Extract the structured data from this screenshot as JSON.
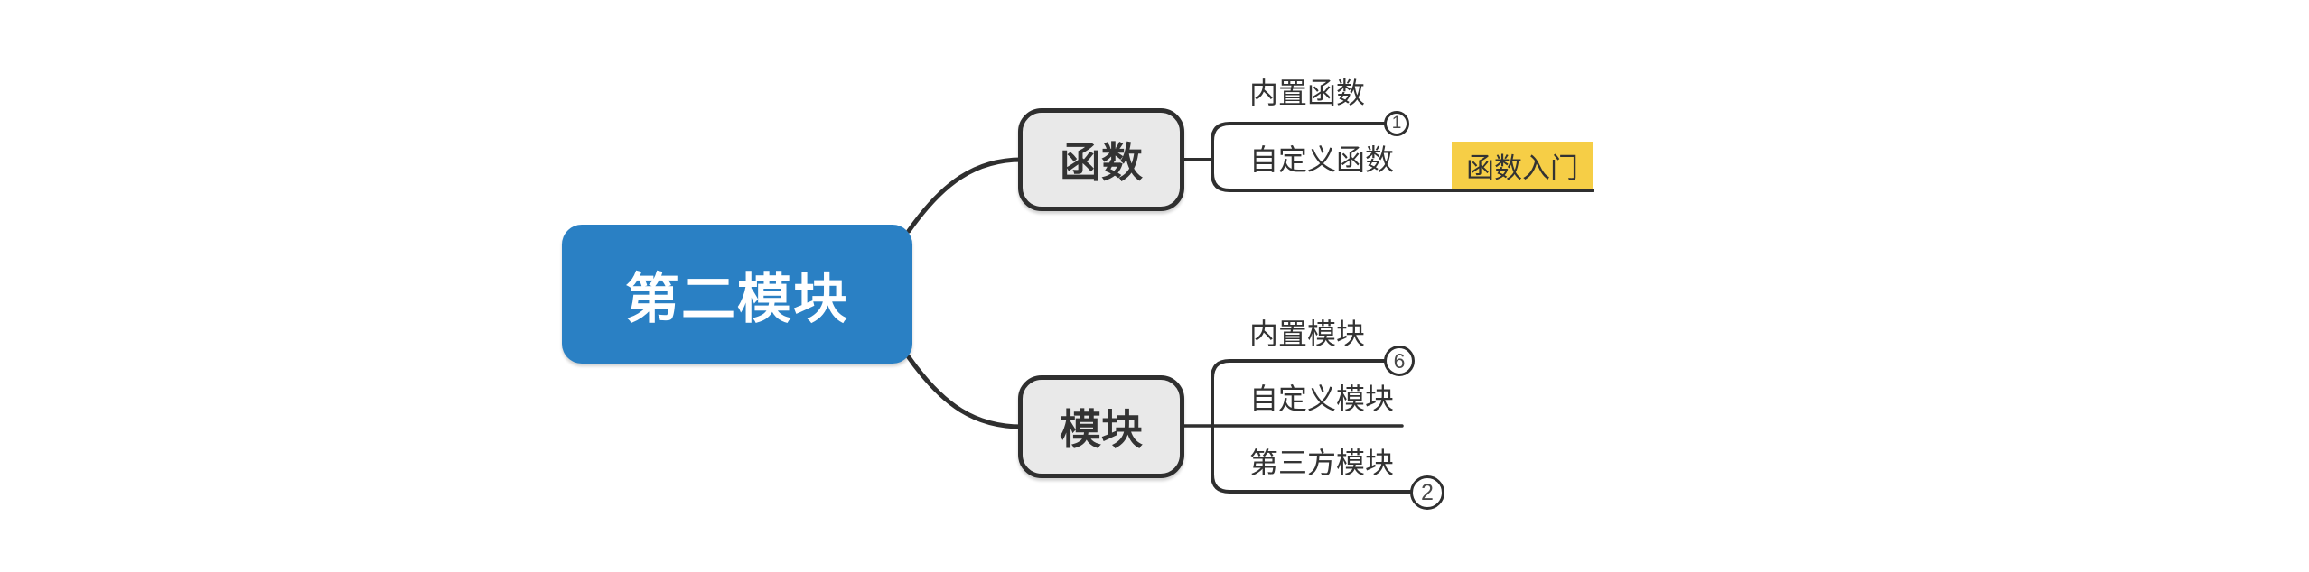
{
  "colors": {
    "canvas-bg": "#FFFFFF",
    "root-bg": "#2A80C4",
    "root-text": "#FFFFFF",
    "branch-bg": "#E9E9E9",
    "line": "#2F2F2F",
    "text": "#333333",
    "highlight-bg": "#F6CE46",
    "badge-bg": "#FFFFFF",
    "badge-text": "#4A4A4A"
  },
  "mindmap": {
    "root": {
      "label": "第二模块"
    },
    "branches": [
      {
        "label": "函数",
        "children": [
          {
            "label": "内置函数",
            "badge": "1"
          },
          {
            "label": "自定义函数",
            "children": [
              {
                "label": "函数入门",
                "highlight": true
              }
            ]
          }
        ]
      },
      {
        "label": "模块",
        "children": [
          {
            "label": "内置模块",
            "badge": "6"
          },
          {
            "label": "自定义模块"
          },
          {
            "label": "第三方模块",
            "badge": "2"
          }
        ]
      }
    ]
  }
}
